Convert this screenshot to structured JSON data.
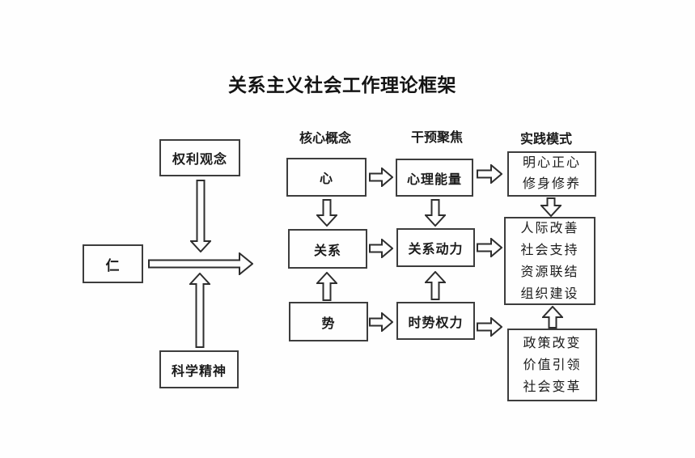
{
  "title": "关系主义社会工作理论框架",
  "columns": {
    "core_concepts": "核心概念",
    "intervention_focus": "干预聚焦",
    "practice_mode": "实践模式"
  },
  "values": {
    "rights_concept": "权利观念",
    "ren": "仁",
    "scientific_spirit": "科学精神"
  },
  "core_concepts": {
    "heart": "心",
    "relation": "关系",
    "shi": "势"
  },
  "intervention_focus": {
    "psychological_energy": "心理能量",
    "relational_dynamics": "关系动力",
    "situational_power": "时势权力"
  },
  "practice_modes": {
    "self_cultivation": [
      "明心正心",
      "修身修养"
    ],
    "social_improvement": [
      "人际改善",
      "社会支持",
      "资源联结",
      "组织建设"
    ],
    "social_change": [
      "政策改变",
      "价值引领",
      "社会变革"
    ]
  }
}
